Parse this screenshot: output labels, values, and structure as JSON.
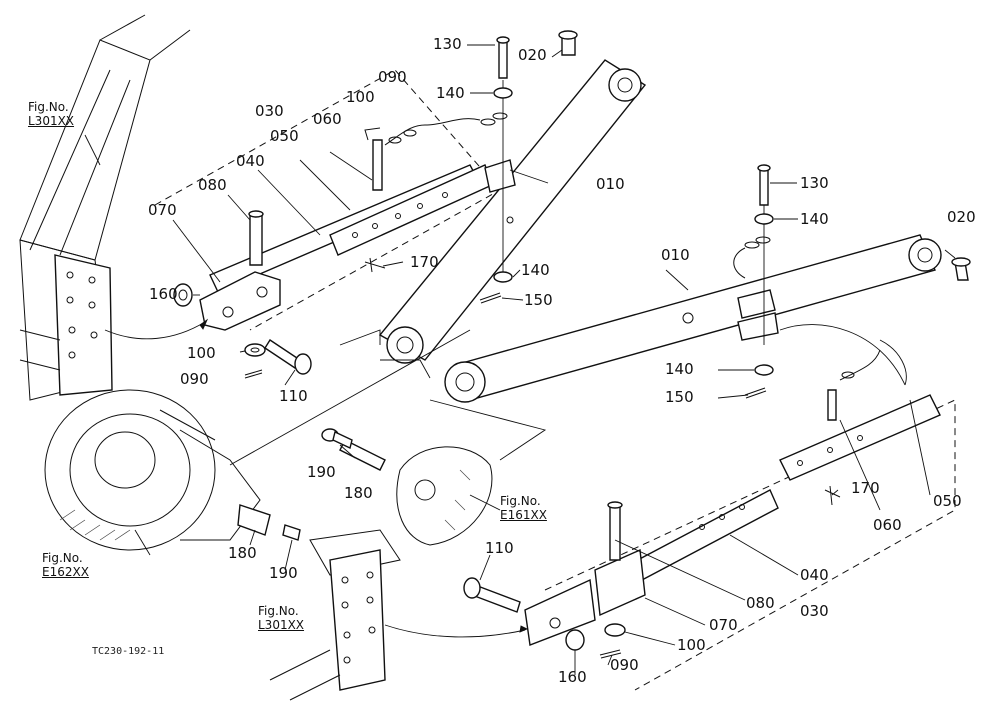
{
  "drawing_code": "TC230-192-11",
  "figure_refs": [
    {
      "id": "fig-l301-top",
      "prefix": "Fig.No.",
      "number": "L301XX"
    },
    {
      "id": "fig-l301-bottom",
      "prefix": "Fig.No.",
      "number": "L301XX"
    },
    {
      "id": "fig-e161",
      "prefix": "Fig.No.",
      "number": "E161XX"
    },
    {
      "id": "fig-e162",
      "prefix": "Fig.No.",
      "number": "E162XX"
    }
  ],
  "callouts": {
    "c130a": "130",
    "c020a": "020",
    "c090top": "090",
    "c100top": "100",
    "c140a": "140",
    "c030a": "030",
    "c050a": "050",
    "c060a": "060",
    "c040a": "040",
    "c080a": "080",
    "c070a": "070",
    "c010a": "010",
    "c170a": "170",
    "c140b": "140",
    "c160a": "160",
    "c150a": "150",
    "c100a": "100",
    "c090a": "090",
    "c110a": "110",
    "c130b": "130",
    "c140c": "140",
    "c020b": "020",
    "c010b": "010",
    "c140d": "140",
    "c150b": "150",
    "c190a": "190",
    "c180a": "180",
    "c180b": "180",
    "c190b": "190",
    "c170b": "170",
    "c060b": "060",
    "c050b": "050",
    "c110b": "110",
    "c040b": "040",
    "c080b": "080",
    "c070b": "070",
    "c030b": "030",
    "c100b": "100",
    "c090b": "090",
    "c160b": "160"
  }
}
